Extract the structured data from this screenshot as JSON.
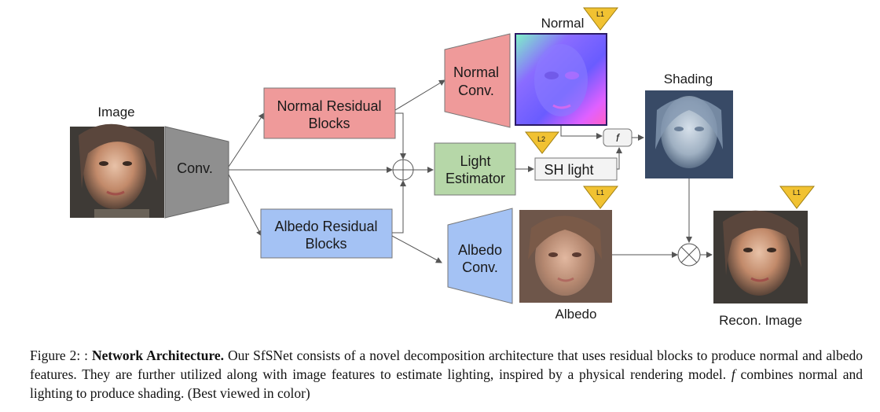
{
  "diagram": {
    "labels": {
      "image": "Image",
      "conv": "Conv.",
      "normal_residual_l1": "Normal Residual",
      "normal_residual_l2": "Blocks",
      "albedo_residual_l1": "Albedo Residual",
      "albedo_residual_l2": "Blocks",
      "light_estimator_l1": "Light",
      "light_estimator_l2": "Estimator",
      "sh_light": "SH light",
      "normal_conv_l1": "Normal",
      "normal_conv_l2": "Conv.",
      "albedo_conv_l1": "Albedo",
      "albedo_conv_l2": "Conv.",
      "normal_out": "Normal",
      "shading_out": "Shading",
      "albedo_out": "Albedo",
      "recon_out": "Recon. Image",
      "f_node": "f",
      "loss_normal": "L1",
      "loss_sh": "L2",
      "loss_albedo": "L1",
      "loss_recon": "L1"
    },
    "colors": {
      "normal_branch": "#ef9a9a",
      "albedo_branch": "#a4c2f4",
      "light_estimator": "#b6d7a8",
      "conv": "#8f8f8f",
      "loss_triangle": "#f1c232"
    }
  },
  "caption": {
    "prefix": "Figure 2: : ",
    "bold": "Network Architecture.",
    "text1": " Our SfSNet consists of a novel decomposition architecture that uses residual blocks to produce normal and albedo features. They are further utilized along with image features to estimate lighting, inspired by a physical rendering model. ",
    "italic": "f",
    "text2": " combines normal and lighting to produce shading. (Best viewed in color)"
  }
}
